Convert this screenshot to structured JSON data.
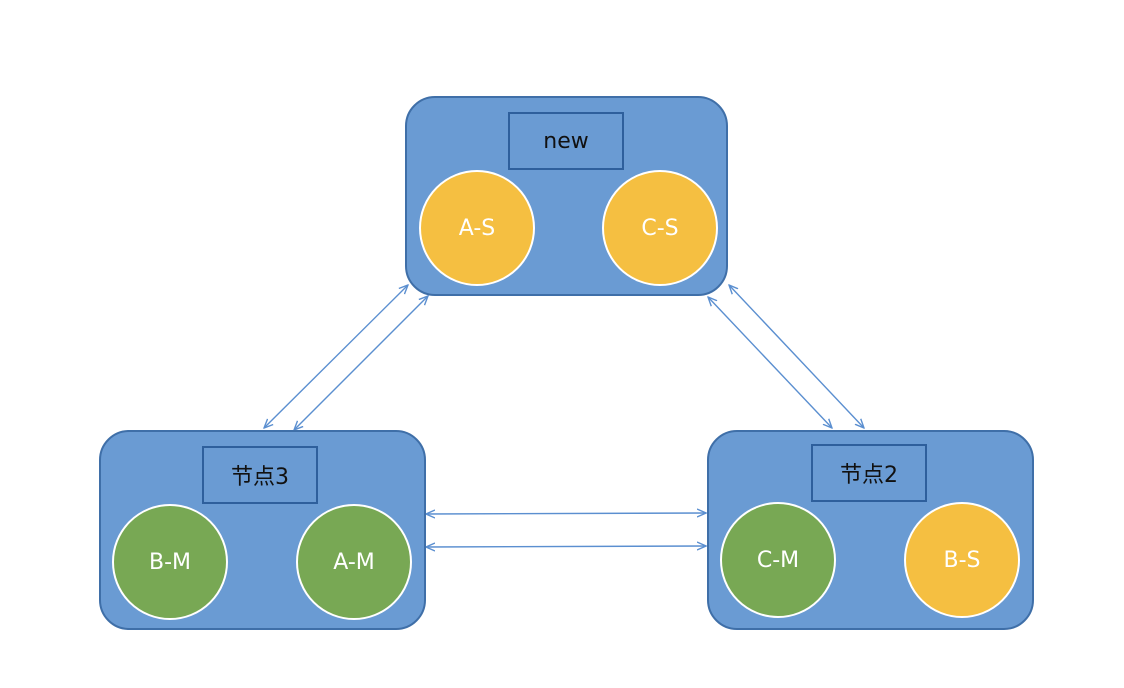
{
  "nodes": {
    "top": {
      "label": "new",
      "shards": [
        {
          "name": "A-S",
          "role": "slave"
        },
        {
          "name": "C-S",
          "role": "slave"
        }
      ]
    },
    "left": {
      "label": "节点3",
      "shards": [
        {
          "name": "B-M",
          "role": "master"
        },
        {
          "name": "A-M",
          "role": "master"
        }
      ]
    },
    "right": {
      "label": "节点2",
      "shards": [
        {
          "name": "C-M",
          "role": "master"
        },
        {
          "name": "B-S",
          "role": "slave"
        }
      ]
    }
  },
  "colors": {
    "node_fill": "#6a9bd3",
    "node_border": "#3f6fa8",
    "slave": "#f5bf41",
    "master": "#78a854",
    "arrow": "#5b8fd0"
  },
  "icons": {
    "connection": "double-headed-arrow"
  }
}
